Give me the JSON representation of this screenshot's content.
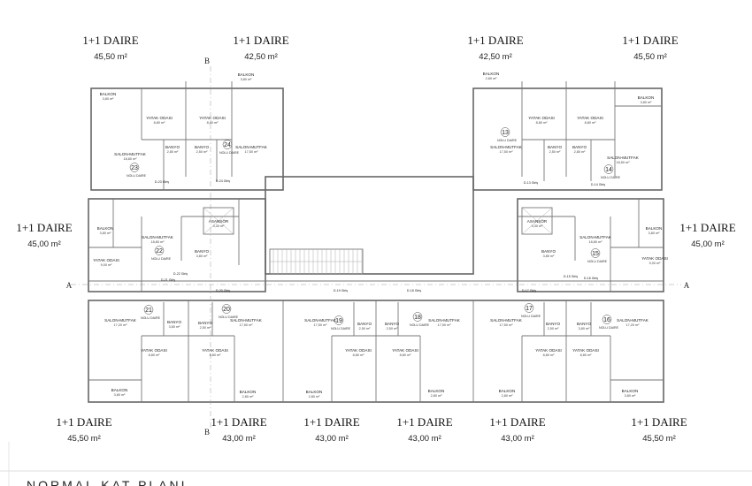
{
  "plan_title": "NORMAL KAT PLANI",
  "section_markers": {
    "a_left": "A",
    "a_right": "A",
    "b_top": "B",
    "b_bottom": "B"
  },
  "headers": [
    {
      "type": "1+1 DAIRE",
      "area": "45,50 m²"
    },
    {
      "type": "1+1 DAIRE",
      "area": "42,50 m²"
    },
    {
      "type": "1+1 DAIRE",
      "area": "42,50 m²"
    },
    {
      "type": "1+1 DAIRE",
      "area": "45,50 m²"
    },
    {
      "type": "1+1 DAIRE",
      "area": "45,00 m²"
    },
    {
      "type": "1+1 DAIRE",
      "area": "45,00 m²"
    },
    {
      "type": "1+1 DAIRE",
      "area": "45,50 m²"
    },
    {
      "type": "1+1 DAIRE",
      "area": "43,00 m²"
    },
    {
      "type": "1+1 DAIRE",
      "area": "43,00 m²"
    },
    {
      "type": "1+1 DAIRE",
      "area": "43,00 m²"
    },
    {
      "type": "1+1 DAIRE",
      "area": "43,00 m²"
    },
    {
      "type": "1+1 DAIRE",
      "area": "45,50 m²"
    }
  ],
  "unit_label": "NOLU DAIRE",
  "units": [
    {
      "number": "23",
      "rooms": [
        {
          "name": "BALKON",
          "area": "3,80 m²"
        },
        {
          "name": "YATAK ODASI",
          "area": "8,80 m²"
        },
        {
          "name": "BANYO",
          "area": "2,80 m²"
        },
        {
          "name": "SALON-MUTFAK",
          "area": "18,80 m²"
        }
      ]
    },
    {
      "number": "24",
      "rooms": [
        {
          "name": "BALKON",
          "area": "3,80 m²"
        },
        {
          "name": "YATAK ODASI",
          "area": "8,80 m²"
        },
        {
          "name": "BANYO",
          "area": "2,50 m²"
        },
        {
          "name": "SALON-MUTFAK",
          "area": "17,50 m²"
        }
      ]
    },
    {
      "number": "13",
      "rooms": [
        {
          "name": "BALKON",
          "area": "2,80 m²"
        },
        {
          "name": "YATAK ODASI",
          "area": "8,80 m²"
        },
        {
          "name": "BANYO",
          "area": "2,50 m²"
        },
        {
          "name": "SALON-MUTFAK",
          "area": "17,50 m²"
        }
      ]
    },
    {
      "number": "14",
      "rooms": [
        {
          "name": "BALKON",
          "area": "3,80 m²"
        },
        {
          "name": "YATAK ODASI",
          "area": "8,80 m²"
        },
        {
          "name": "BANYO",
          "area": "2,80 m²"
        },
        {
          "name": "SALON-MUTFAK",
          "area": "18,50 m²"
        }
      ]
    },
    {
      "number": "22",
      "rooms": [
        {
          "name": "BALKON",
          "area": "3,80 m²"
        },
        {
          "name": "YATAK ODASI",
          "area": "9,00 m²"
        },
        {
          "name": "BANYO",
          "area": "3,80 m²"
        },
        {
          "name": "SALON-MUTFAK",
          "area": "18,80 m²"
        }
      ]
    },
    {
      "number": "15",
      "rooms": [
        {
          "name": "BALKON",
          "area": "3,80 m²"
        },
        {
          "name": "YATAK ODASI",
          "area": "9,00 m²"
        },
        {
          "name": "BANYO",
          "area": "3,80 m²"
        },
        {
          "name": "SALON-MUTFAK",
          "area": "18,80 m²"
        }
      ]
    },
    {
      "number": "21",
      "rooms": [
        {
          "name": "BALKON",
          "area": "3,80 m²"
        },
        {
          "name": "YATAK ODASI",
          "area": "8,80 m²"
        },
        {
          "name": "BANYO",
          "area": "3,80 m²"
        },
        {
          "name": "SALON-MUTFAK",
          "area": "17,20 m²"
        }
      ]
    },
    {
      "number": "20",
      "rooms": [
        {
          "name": "BALKON",
          "area": "2,80 m²"
        },
        {
          "name": "YATAK ODASI",
          "area": "8,80 m²"
        },
        {
          "name": "BANYO",
          "area": "2,50 m²"
        },
        {
          "name": "SALON-MUTFAK",
          "area": "17,50 m²"
        }
      ]
    },
    {
      "number": "19",
      "rooms": [
        {
          "name": "BALKON",
          "area": "2,80 m²"
        },
        {
          "name": "YATAK ODASI",
          "area": "8,80 m²"
        },
        {
          "name": "BANYO",
          "area": "2,50 m²"
        },
        {
          "name": "SALON-MUTFAK",
          "area": "17,50 m²"
        }
      ]
    },
    {
      "number": "18",
      "rooms": [
        {
          "name": "BALKON",
          "area": "2,80 m²"
        },
        {
          "name": "YATAK ODASI",
          "area": "8,80 m²"
        },
        {
          "name": "BANYO",
          "area": "2,50 m²"
        },
        {
          "name": "SALON-MUTFAK",
          "area": "17,50 m²"
        }
      ]
    },
    {
      "number": "17",
      "rooms": [
        {
          "name": "BALKON",
          "area": "2,80 m²"
        },
        {
          "name": "YATAK ODASI",
          "area": "8,80 m²"
        },
        {
          "name": "BANYO",
          "area": "2,50 m²"
        },
        {
          "name": "SALON-MUTFAK",
          "area": "17,50 m²"
        }
      ]
    },
    {
      "number": "16",
      "rooms": [
        {
          "name": "BALKON",
          "area": "3,80 m²"
        },
        {
          "name": "YATAK ODASI",
          "area": "8,80 m²"
        },
        {
          "name": "BANYO",
          "area": "3,80 m²"
        },
        {
          "name": "SALON-MUTFAK",
          "area": "17,20 m²"
        }
      ]
    }
  ],
  "elevator": {
    "name": "ASANSÖR",
    "area": "4,30 m²"
  },
  "doors": [
    "D-23 Giriş",
    "D-24 Giriş",
    "D-13 Giriş",
    "D-14 Giriş",
    "D-22 Giriş",
    "D-21 Giriş",
    "D-20 Giriş",
    "D-19 Giriş",
    "D-18 Giriş",
    "D-17 Giriş",
    "D-16 Giriş",
    "D-15 Giriş"
  ]
}
